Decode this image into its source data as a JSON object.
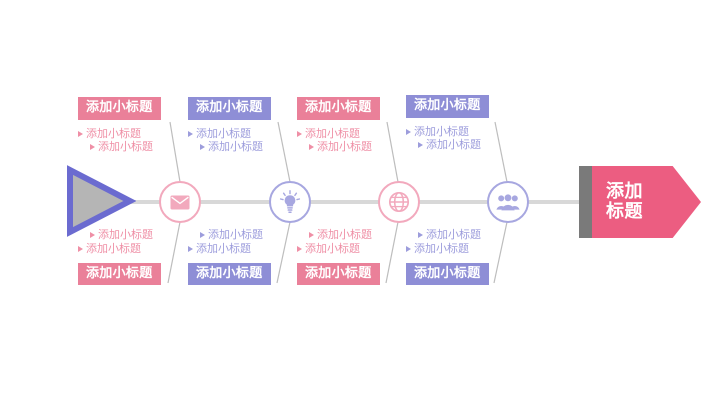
{
  "diagram": {
    "type": "fishbone",
    "head": {
      "name": "start-triangle",
      "fill": "#b5b5b5",
      "stroke": "#6b6bd0"
    },
    "spine": {
      "color": "#d8d8d8"
    },
    "colors": {
      "pink": "#ea8099",
      "purple": "#8e8ed6",
      "tail_pink": "#ec5d81",
      "tail_gray": "#7a7a7a"
    },
    "tail": {
      "label_line1": "添加",
      "label_line2": "标题",
      "icon": "pentagon-arrow-right"
    },
    "nodes": [
      {
        "icon": "envelope-icon",
        "color": "pink"
      },
      {
        "icon": "lightbulb-icon",
        "color": "purple"
      },
      {
        "icon": "globe-icon",
        "color": "pink"
      },
      {
        "icon": "people-icon",
        "color": "purple"
      }
    ],
    "branches_top": [
      {
        "title": "添加小标题",
        "color": "pink",
        "subs": [
          "添加小标题",
          "添加小标题"
        ]
      },
      {
        "title": "添加小标题",
        "color": "purple",
        "subs": [
          "添加小标题",
          "添加小标题"
        ]
      },
      {
        "title": "添加小标题",
        "color": "pink",
        "subs": [
          "添加小标题",
          "添加小标题"
        ]
      },
      {
        "title": "添加小标题",
        "color": "purple",
        "subs": [
          "添加小标题",
          "添加小标题"
        ]
      }
    ],
    "branches_bottom": [
      {
        "title": "添加小标题",
        "color": "pink",
        "subs": [
          "添加小标题",
          "添加小标题"
        ]
      },
      {
        "title": "添加小标题",
        "color": "purple",
        "subs": [
          "添加小标题",
          "添加小标题"
        ]
      },
      {
        "title": "添加小标题",
        "color": "pink",
        "subs": [
          "添加小标题",
          "添加小标题"
        ]
      },
      {
        "title": "添加小标题",
        "color": "purple",
        "subs": [
          "添加小标题",
          "添加小标题"
        ]
      }
    ]
  }
}
